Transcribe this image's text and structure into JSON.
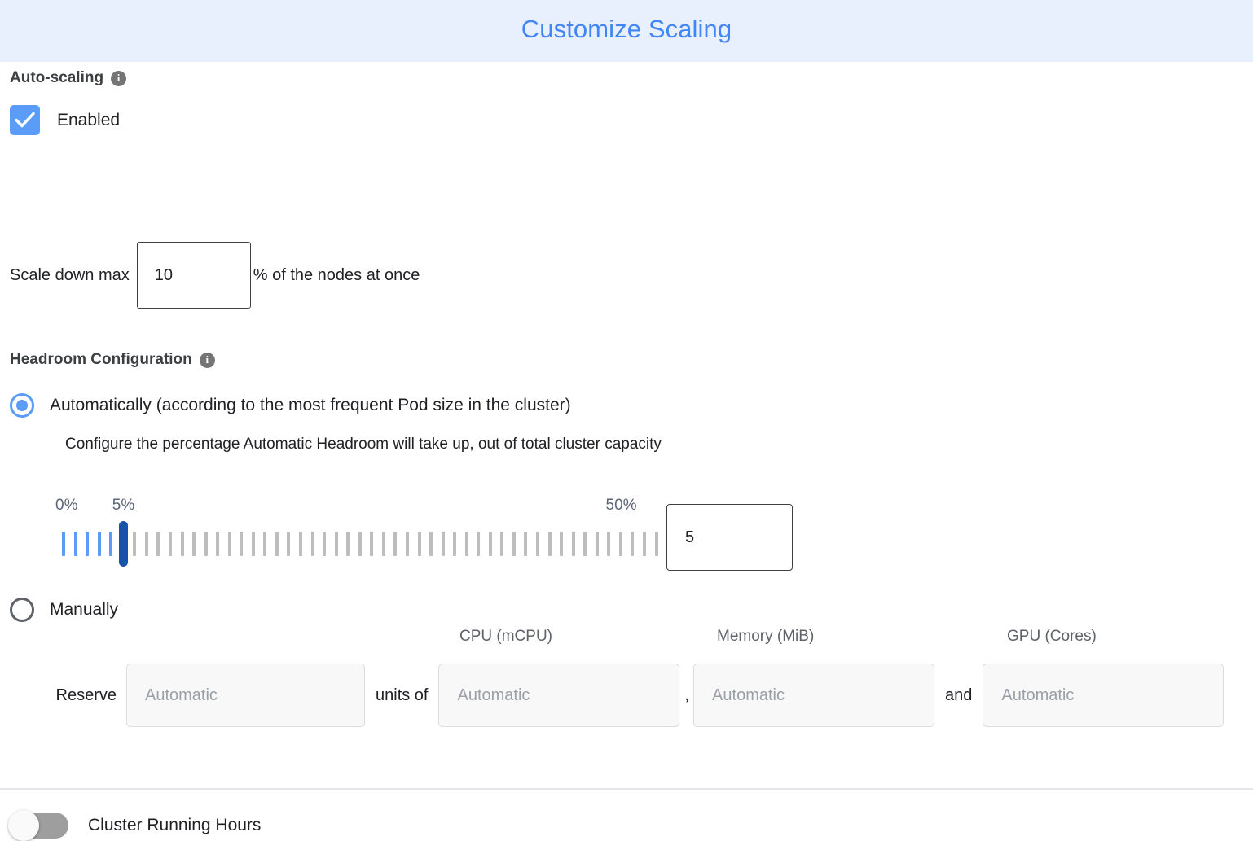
{
  "header": {
    "title": "Customize Scaling",
    "background_color": "#e8f0fe",
    "title_color": "#4285f4"
  },
  "autoscaling": {
    "section_label": "Auto-scaling",
    "info_glyph": "i",
    "checkbox_label": "Enabled",
    "checkbox_checked": true,
    "checkbox_color": "#5b9cf8"
  },
  "scale_down": {
    "label": "Scale down max",
    "value": "10",
    "suffix": "% of the nodes at once"
  },
  "headroom": {
    "section_label": "Headroom Configuration",
    "info_glyph": "i",
    "automatic_option": "Automatically (according to the most frequent Pod size in the cluster)",
    "automatic_selected": true,
    "description": "Configure the percentage Automatic Headroom will take up, out of total cluster capacity",
    "manual_option": "Manually",
    "manual_selected": false,
    "radio_color": "#5b9cf8"
  },
  "slider": {
    "min_label": "0%",
    "value_label": "5%",
    "max_label": "50%",
    "min": 0,
    "max": 50,
    "value": 5,
    "tick_count": 51,
    "value_box": "5",
    "active_tick_color": "#5b9cf8",
    "inactive_tick_color": "#bdbdbd",
    "thumb_color": "#1a52a8",
    "label_color": "#5a6478"
  },
  "reserve": {
    "label": "Reserve",
    "quantity_placeholder": "Automatic",
    "quantity_value": "",
    "units_of_text": "units of",
    "cpu_header": "CPU (mCPU)",
    "cpu_placeholder": "Automatic",
    "cpu_value": "",
    "comma": ",",
    "memory_header": "Memory (MiB)",
    "memory_placeholder": "Automatic",
    "memory_value": "",
    "and_text": "and",
    "gpu_header": "GPU (Cores)",
    "gpu_placeholder": "Automatic",
    "gpu_value": ""
  },
  "running_hours": {
    "label": "Cluster Running Hours",
    "enabled": false
  }
}
